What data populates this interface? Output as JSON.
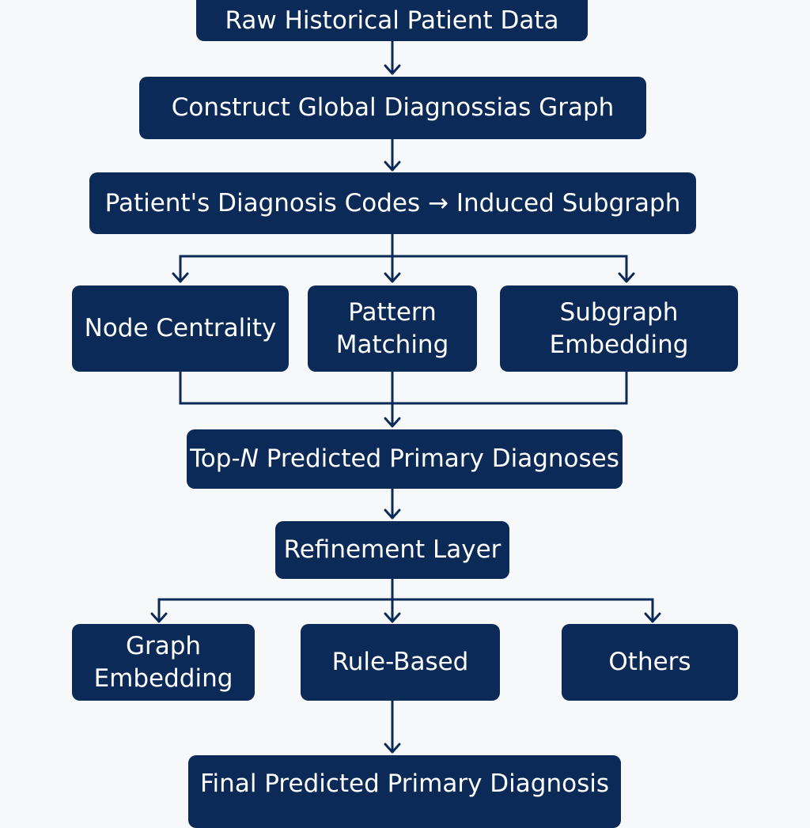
{
  "nodes": {
    "raw_data": "Raw Historical Patient Data",
    "global_graph": "Construct Global Diagnossias Graph",
    "induced_subgraph": "Patient's Diagnosis Codes → Induced Subgraph",
    "node_centrality": "Node Centrality",
    "pattern_matching_line1": "Pattern",
    "pattern_matching_line2": "Matching",
    "subgraph_embedding_line1": "Subgraph",
    "subgraph_embedding_line2": "Embedding",
    "top_n_prefix": "Top-",
    "top_n_n": "N",
    "top_n_suffix": " Predicted Primary Diagnoses",
    "refinement_layer": "Refinement Layer",
    "graph_embedding_line1": "Graph",
    "graph_embedding_line2": "Embedding",
    "rule_based": "Rule-Based",
    "others": "Others",
    "final": "Final Predicted Primary Diagnosis"
  },
  "colors": {
    "box_fill": "#0b2a57",
    "box_text": "#ffffff",
    "connector": "#0b2a57",
    "background": "#f7f8fa"
  }
}
